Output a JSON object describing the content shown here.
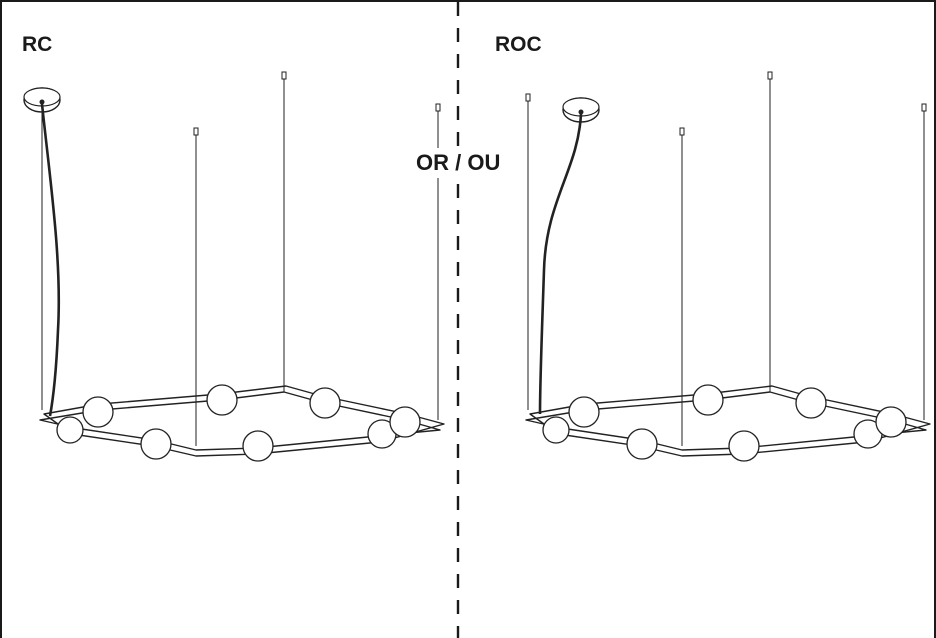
{
  "labels": {
    "left": "RC",
    "right": "ROC",
    "divider": "OR / OU"
  }
}
